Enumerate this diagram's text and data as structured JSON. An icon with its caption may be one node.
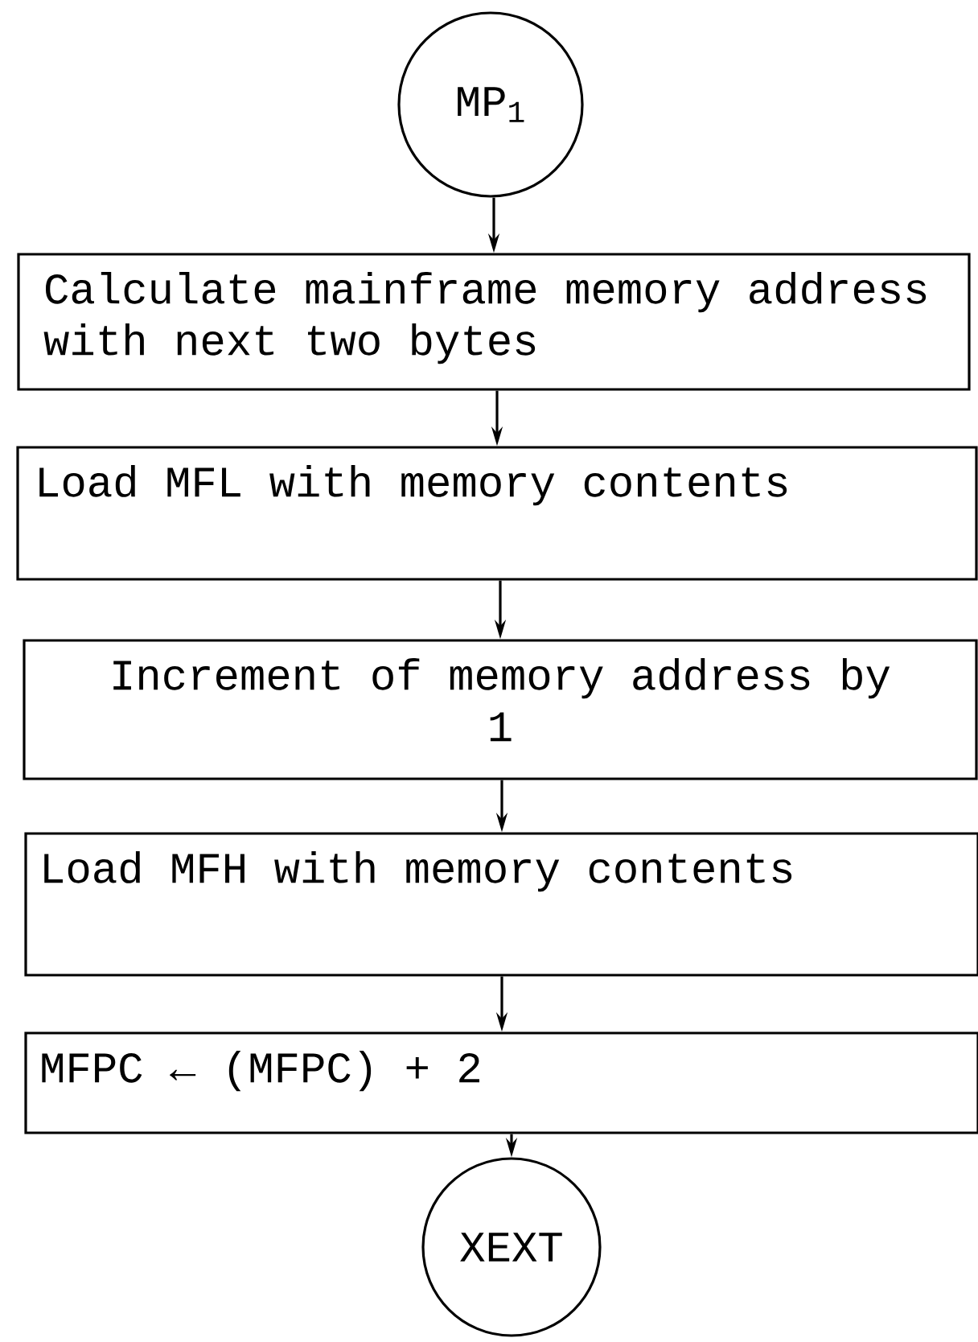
{
  "diagram": {
    "nodes": [
      {
        "text": [
          "MP$_{1}$"
        ]
      },
      {
        "text": [
          "Calculate mainframe memory address with next two bytes"
        ]
      },
      {
        "text": [
          "Load MFL with memory contents"
        ]
      },
      {
        "text": [
          "Increment of memory address by 1"
        ]
      },
      {
        "text": [
          "Load MFH with memory contents"
        ]
      },
      {
        "text": [
          "MFPC ← (MFPC) + 2"
        ]
      },
      {
        "text": [
          "XEXT"
        ]
      }
    ],
    "edges": [
      {
        "from": 0,
        "to": 1,
        "arrow": "to"
      },
      {
        "from": 1,
        "to": 2,
        "arrow": "to"
      },
      {
        "from": 2,
        "to": 3,
        "arrow": "to"
      },
      {
        "from": 3,
        "to": 4,
        "arrow": "to"
      },
      {
        "from": 4,
        "to": 5,
        "arrow": "to"
      },
      {
        "from": 5,
        "to": 6,
        "arrow": "to"
      }
    ]
  }
}
